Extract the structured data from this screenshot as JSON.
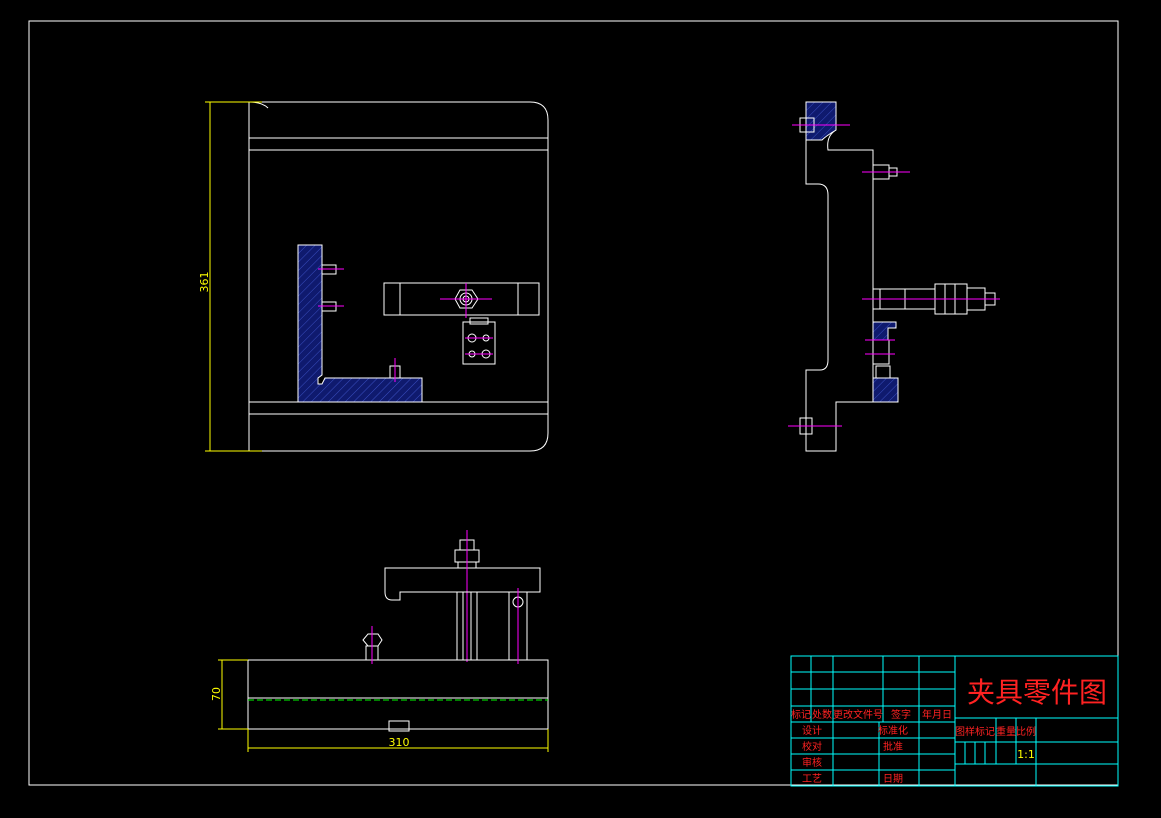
{
  "dimensions": {
    "front_height": "361",
    "bottom_height": "70",
    "bottom_width": "310"
  },
  "title_block": {
    "title": "夹具零件图",
    "row_headers": [
      "标记",
      "处数",
      "更改文件号",
      "签字",
      "年月日"
    ],
    "design": "设计",
    "standard": "标准化",
    "check": "校对",
    "approve": "批准",
    "review": "审核",
    "process": "工艺",
    "date": "日期",
    "stage_mark": "图样标记",
    "weight": "重量",
    "scale_label": "比例",
    "scale_value": "1:1"
  },
  "colors": {
    "background": "#000000",
    "outline": "#ffffff",
    "section_fill": "#0f1a6e",
    "centerline": "#ff00ff",
    "dimension": "#ffff00",
    "table_grid": "#00ffff",
    "table_text": "#ff2222"
  }
}
